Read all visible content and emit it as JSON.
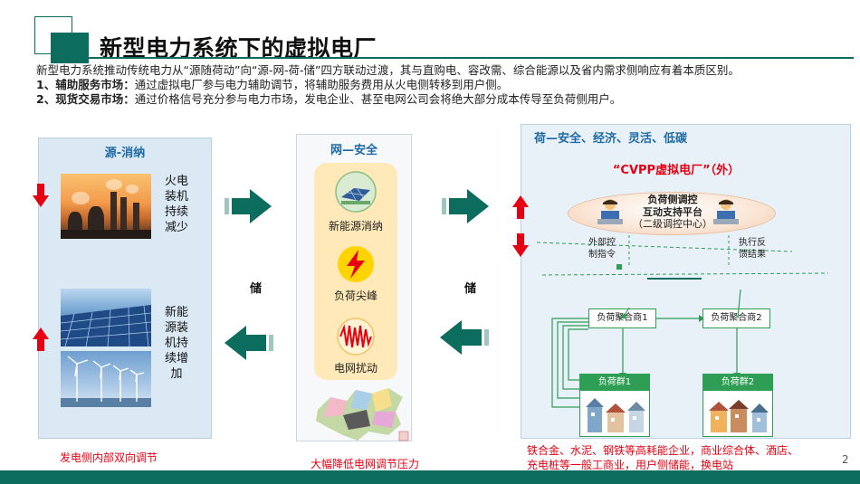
{
  "header": {
    "title": "新型电力系统下的虚拟电厂"
  },
  "intro": {
    "line1": "新型电力系统推动传统电力从“源随荷动”向“源-网-荷-储”四方联动过渡，其与直购电、容改需、综合能源以及省内需求侧响应有着本质区别。",
    "item1_label": "1、辅助服务市场：",
    "item1_text": "通过虚拟电厂参与电力辅助调节，将辅助服务费用从火电侧转移到用户侧。",
    "item2_label": "2、现货交易市场：",
    "item2_text": "通过价格信号充分参与电力市场，发电企业、甚至电网公司会将绝大部分成本传导至负荷侧用户。"
  },
  "source": {
    "title": "源-消纳",
    "thermal_text": "火电装机持续减少",
    "renewable_text": "新能源装机持续增加",
    "caption": "发电侧内部双向调节"
  },
  "grid": {
    "title": "网—安全",
    "items": [
      "新能源消纳",
      "负荷尖峰",
      "电网扰动"
    ],
    "caption": "大幅降低电网调节压力"
  },
  "storage": {
    "left_label": "储",
    "right_label": "储"
  },
  "load": {
    "title": "荷—安全、经济、灵活、低碳",
    "vpp_title": "“CVPP虚拟电厂”（外）",
    "platform_line1": "负荷侧调控",
    "platform_line2": "互动支持平台",
    "platform_line3": "（二级调控中心）",
    "left_label": "外部控制指令",
    "right_label": "执行反馈结果",
    "aggregators": [
      "负荷聚合商1",
      "负荷聚合商2"
    ],
    "groups": [
      "负荷群1",
      "负荷群2"
    ],
    "caption_line1": "铁合金、水泥、钢铁等高耗能企业，商业综合体、酒店、",
    "caption_line2": "充电桩等一般工商业，用户侧储能，换电站"
  },
  "page_number": "2",
  "colors": {
    "brand": "#0c6d5e",
    "accent_blue": "#1f6aa5",
    "alert_red": "#e60012",
    "group_green": "#2e9e54"
  },
  "icons": [
    "factory-image",
    "solar-image",
    "wind-image",
    "solar-panel-icon",
    "lightning-icon",
    "wave-icon",
    "china-map-icon",
    "operator-icon",
    "red-arrow-up",
    "red-arrow-down",
    "teal-arrow-right",
    "teal-arrow-left"
  ]
}
